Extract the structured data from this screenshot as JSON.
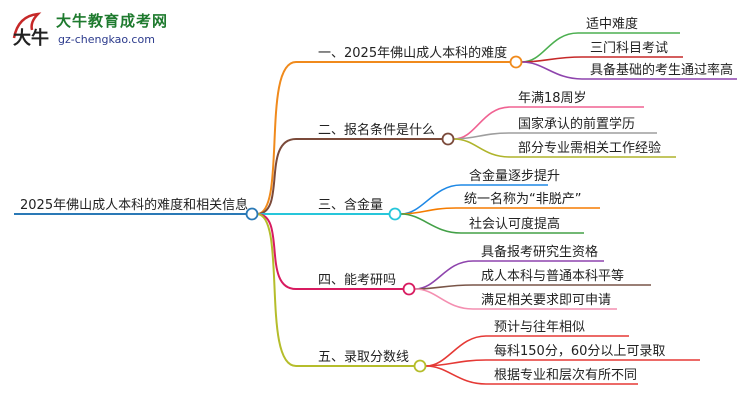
{
  "logo": {
    "title": "大牛教育成考网",
    "url": "gz-chengkao.com",
    "mark_text": "大牛"
  },
  "root": {
    "label": "2025年佛山成人本科的难度和相关信息",
    "color": "#2a79b6"
  },
  "branches": [
    {
      "label": "一、2025年佛山成人本科的难度",
      "color": "#f08a1c",
      "children": [
        {
          "label": "适中难度",
          "color": "#4caf50"
        },
        {
          "label": "三门科目考试",
          "color": "#c62828"
        },
        {
          "label": "具备基础的考生通过率高",
          "color": "#8e44ad"
        }
      ]
    },
    {
      "label": "二、报名条件是什么",
      "color": "#7b4a3a",
      "children": [
        {
          "label": "年满18周岁",
          "color": "#f06292"
        },
        {
          "label": "国家承认的前置学历",
          "color": "#9e9e9e"
        },
        {
          "label": "部分专业需相关工作经验",
          "color": "#afb42b"
        }
      ]
    },
    {
      "label": "三、含金量",
      "color": "#26c6da",
      "children": [
        {
          "label": "含金量逐步提升",
          "color": "#1e88e5"
        },
        {
          "label": "统一名称为“非脱产”",
          "color": "#f57c00"
        },
        {
          "label": "社会认可度提高",
          "color": "#43a047"
        }
      ]
    },
    {
      "label": "四、能考研吗",
      "color": "#d81b60",
      "children": [
        {
          "label": "具备报考研究生资格",
          "color": "#8e44ad"
        },
        {
          "label": "成人本科与普通本科平等",
          "color": "#795548"
        },
        {
          "label": "满足相关要求即可申请",
          "color": "#f48fb1"
        }
      ]
    },
    {
      "label": "五、录取分数线",
      "color": "#b5bd2b",
      "children": [
        {
          "label": "预计与往年相似",
          "color": "#e53935"
        },
        {
          "label": "每科150分，60分以上可录取",
          "color": "#e53935"
        },
        {
          "label": "根据专业和层次有所不同",
          "color": "#e53935"
        }
      ]
    }
  ]
}
